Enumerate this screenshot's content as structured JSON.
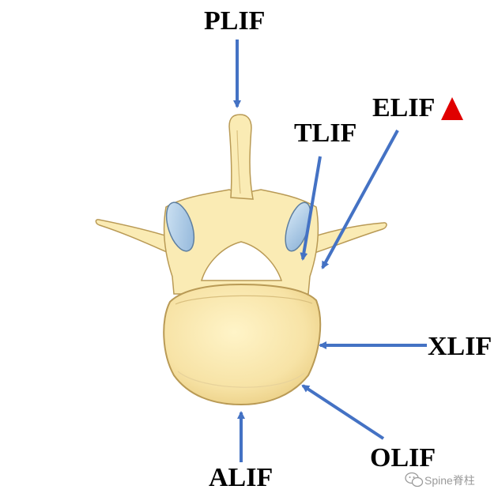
{
  "labels": {
    "plif": "PLIF",
    "tlif": "TLIF",
    "elif": "ELIF",
    "xlif": "XLIF",
    "olif": "OLIF",
    "alif": "ALIF"
  },
  "watermark": {
    "text": "Spine脊柱",
    "icon": "wechat-icon"
  },
  "colors": {
    "arrow": "#4472C4",
    "bone_fill": "#FAEBB4",
    "bone_stroke": "#B99A55",
    "facet_fill": "#A9C8E2",
    "marker": "#E00000"
  }
}
